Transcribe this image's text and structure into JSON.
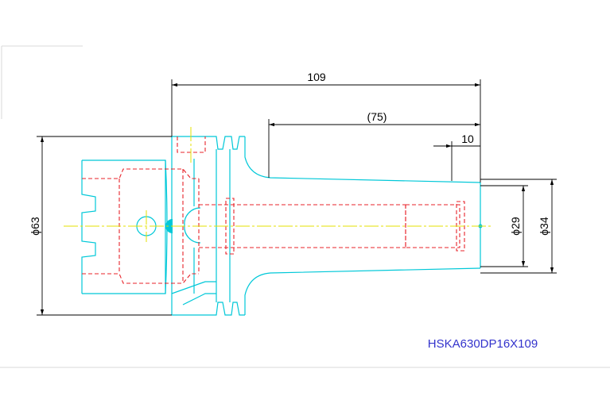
{
  "drawing": {
    "model": "HSKA630DP16X109",
    "dimensions": {
      "overall_length": "109",
      "taper_length": "(75)",
      "nose_length": "10",
      "flange_diameter": "ϕ63",
      "bore_diameter": "ϕ29",
      "nose_diameter": "ϕ34"
    },
    "colors": {
      "outline": "#00c8d8",
      "hidden_lines": "#e8232a",
      "center_lines": "#e6e000",
      "dimension_lines": "#000000",
      "model_text": "#3333cc"
    }
  }
}
